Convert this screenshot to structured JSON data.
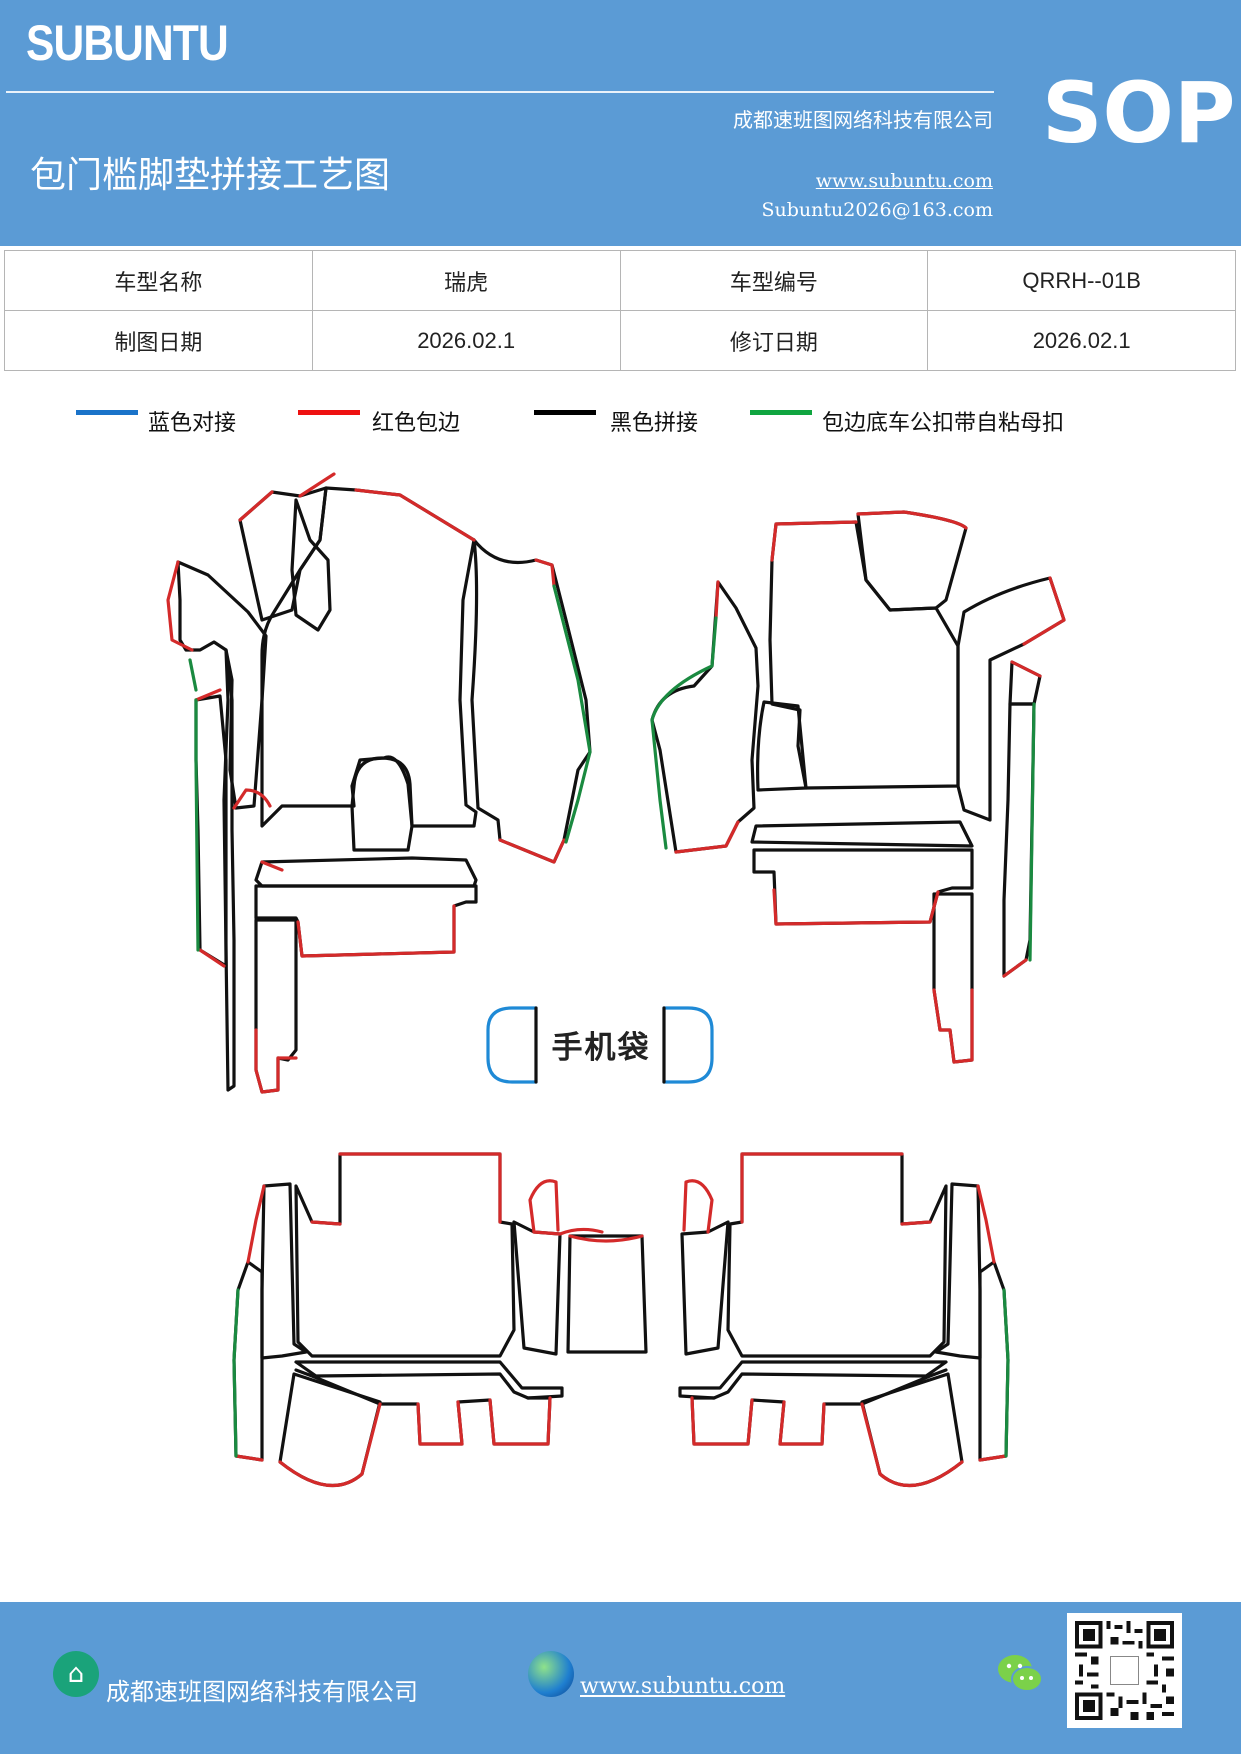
{
  "header": {
    "brand": "SUBUNTU",
    "sop": "SOP",
    "company": "成都速班图网络科技有限公司",
    "title": "包门槛脚垫拼接工艺图",
    "website": "www.subuntu.com",
    "email": "Subuntu2026@163.com"
  },
  "info_table": {
    "model_name_label": "车型名称",
    "model_name_value": "瑞虎",
    "model_code_label": "车型编号",
    "model_code_value": "QRRH--01B",
    "draw_date_label": "制图日期",
    "draw_date_value": "2026.02.1",
    "revise_date_label": "修订日期",
    "revise_date_value": "2026.02.1"
  },
  "legend": [
    {
      "label": "蓝色对接",
      "color": "#1a73c9"
    },
    {
      "label": "红色包边",
      "color": "#ee1111"
    },
    {
      "label": "黑色拼接",
      "color": "#000000"
    },
    {
      "label": "包边底车公扣带自粘母扣",
      "color": "#10a540"
    }
  ],
  "diagram": {
    "phone_pocket_label": "手机袋",
    "colors": {
      "red": "#d42a2a",
      "black": "#111111",
      "green": "#1a8a40",
      "blue": "#1f8ad6"
    }
  },
  "footer": {
    "company": "成都速班图网络科技有限公司",
    "website": "www.subuntu.com",
    "icons": [
      "building-icon",
      "globe-icon",
      "wechat-icon",
      "qr-code"
    ]
  }
}
